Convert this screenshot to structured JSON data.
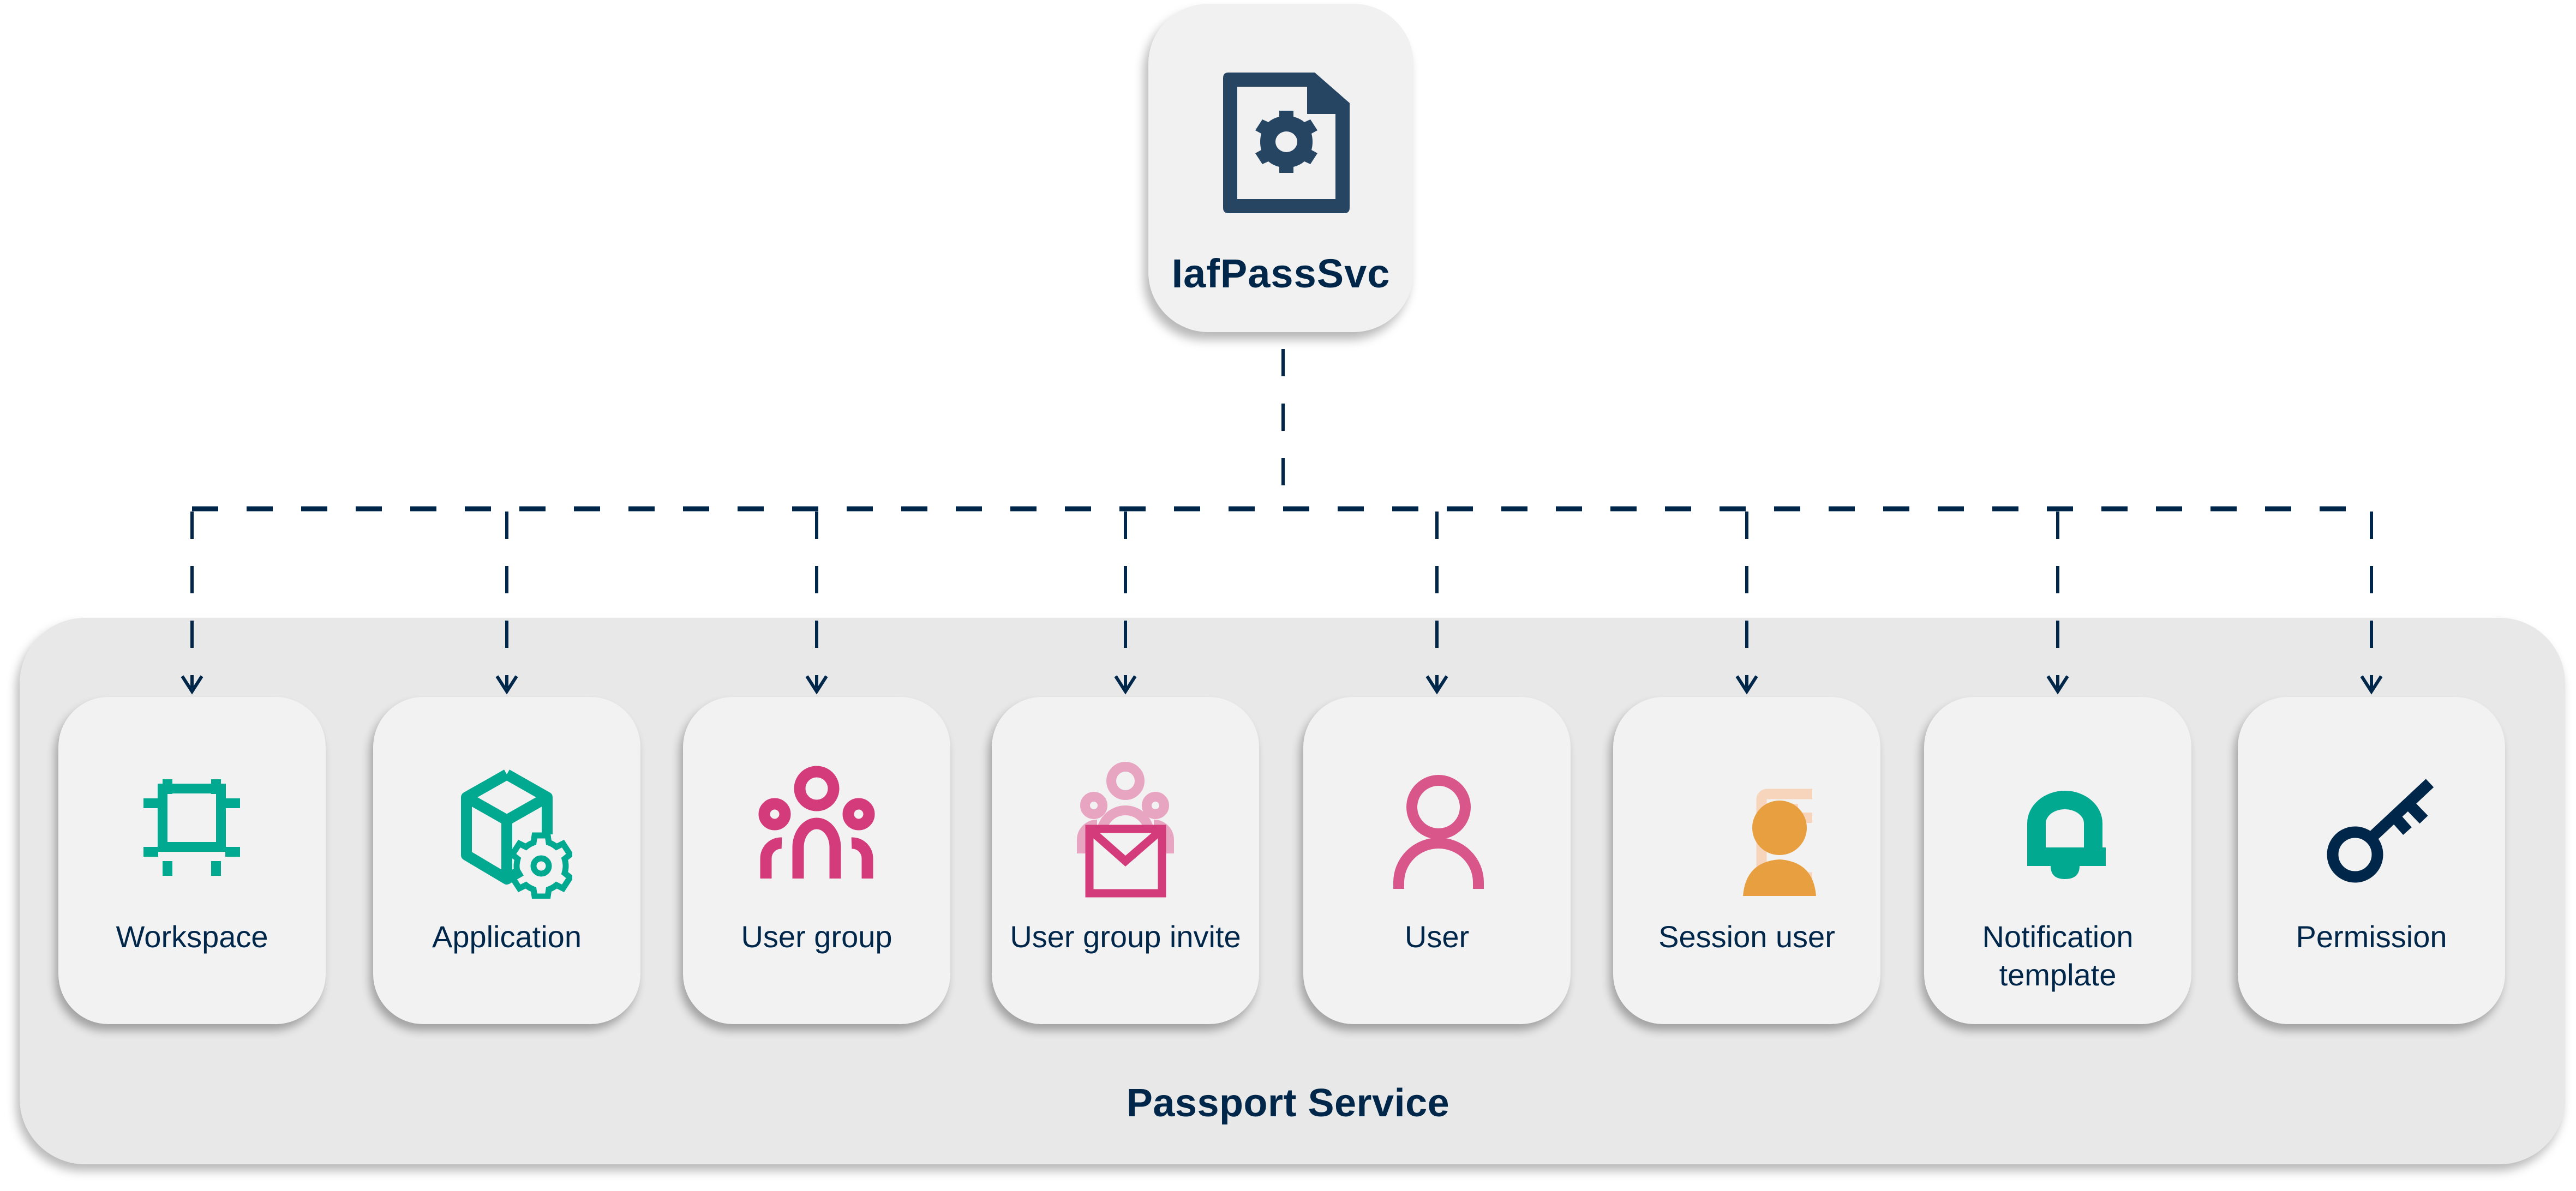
{
  "root": {
    "label": "IafPassSvc",
    "icon": "file-gear-icon",
    "icon_color": "#264563"
  },
  "container": {
    "title": "Passport Service",
    "background": "#e8e8e8"
  },
  "connector": {
    "style": "dashed",
    "color": "#00274a",
    "arrowhead": "open-v"
  },
  "children": [
    {
      "label": "Workspace",
      "icon": "workspace-frame-icon",
      "color": "#00a990"
    },
    {
      "label": "Application",
      "icon": "cube-gear-icon",
      "color": "#00a990"
    },
    {
      "label": "User group",
      "icon": "user-group-icon",
      "color": "#d43b7a"
    },
    {
      "label": "User group invite",
      "icon": "group-invite-envelope-icon",
      "color": "#d43b7a",
      "secondary_color": "#e8a5c1"
    },
    {
      "label": "User",
      "icon": "user-icon",
      "color": "#d9568b"
    },
    {
      "label": "Session user",
      "icon": "session-user-icon",
      "color": "#e89f3f",
      "secondary_color": "#f7d5bd"
    },
    {
      "label": "Notification template",
      "icon": "bell-icon",
      "color": "#00a990"
    },
    {
      "label": "Permission",
      "icon": "key-icon",
      "color": "#00274a"
    }
  ]
}
